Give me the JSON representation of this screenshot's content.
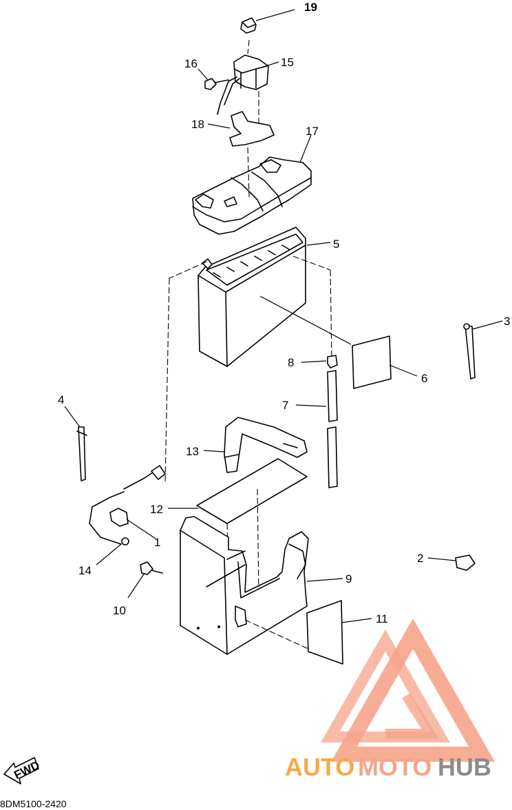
{
  "diagram_code": "8DM5100-2420",
  "fwd_label": "FWD",
  "watermark": {
    "part1": "AUTO",
    "part2": "MOTO",
    "part3": "HUB",
    "color_light": "#f6a489",
    "color_mid": "#f7a94a",
    "color_dark": "#8c8c8c"
  },
  "callouts": [
    "19",
    "16",
    "15",
    "18",
    "17",
    "5",
    "3",
    "8",
    "6",
    "4",
    "7",
    "13",
    "12",
    "1",
    "14",
    "2",
    "9",
    "10",
    "11"
  ]
}
